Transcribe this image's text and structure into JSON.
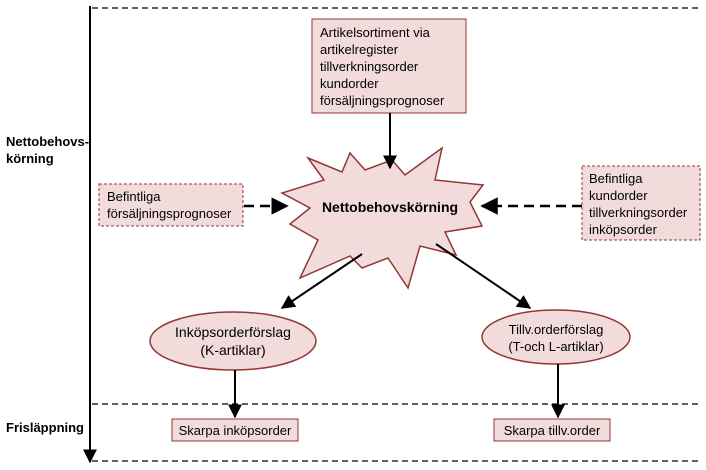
{
  "phases": {
    "netto_line1": "Nettobehovs-",
    "netto_line2": "körning",
    "release": "Frisläppning"
  },
  "top_box": {
    "lines": [
      "Artikelsortiment via",
      "artikelregister",
      "tillverkningsorder",
      "kundorder",
      "försäljningsprognoser"
    ]
  },
  "left_box": {
    "lines": [
      "Befintliga",
      "försäljningsprognoser"
    ]
  },
  "right_box": {
    "lines": [
      "Befintliga",
      "kundorder",
      "tillverkningsorder",
      "inköpsorder"
    ]
  },
  "center": {
    "label": "Nettobehovskörning"
  },
  "left_ellipse": {
    "line1": "Inköpsorderförslag",
    "line2": "(K-artiklar)"
  },
  "right_ellipse": {
    "line1": "Tillv.orderförslag",
    "line2": "(T-och L-artiklar)"
  },
  "bottom_left": {
    "label": "Skarpa inköpsorder"
  },
  "bottom_right": {
    "label": "Skarpa tillv.order"
  },
  "colors": {
    "fill": "#f2dcdb",
    "stroke": "#943634"
  }
}
